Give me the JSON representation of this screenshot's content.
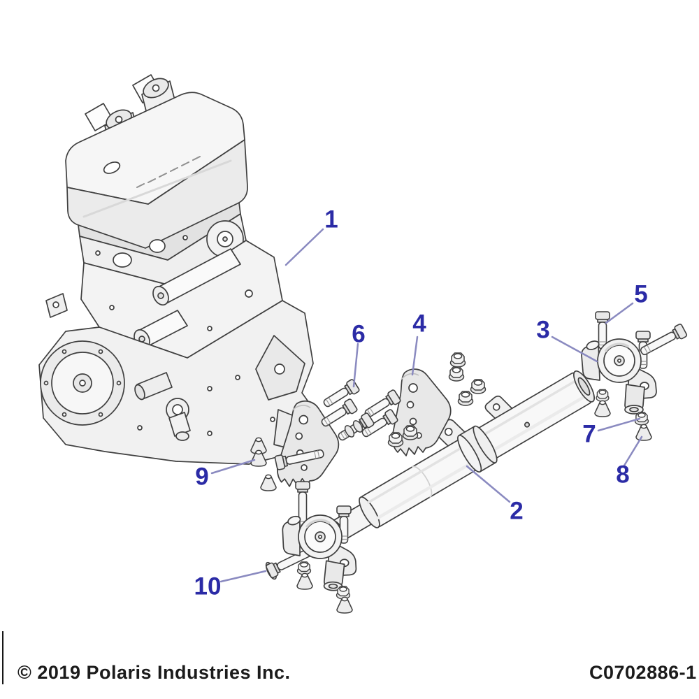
{
  "footer": {
    "copyright": "© 2019 Polaris Industries Inc.",
    "part_number": "C0702886-1"
  },
  "callouts": [
    {
      "label": "1"
    },
    {
      "label": "2"
    },
    {
      "label": "3"
    },
    {
      "label": "4"
    },
    {
      "label": "5"
    },
    {
      "label": "6"
    },
    {
      "label": "7"
    },
    {
      "label": "8"
    },
    {
      "label": "9"
    },
    {
      "label": "10"
    }
  ],
  "colors": {
    "callout_number": "#2b2ba6",
    "leader_line": "#8a8ac0",
    "drawing_line": "#3f3f3f",
    "text": "#1b1b1b",
    "background": "#ffffff"
  }
}
